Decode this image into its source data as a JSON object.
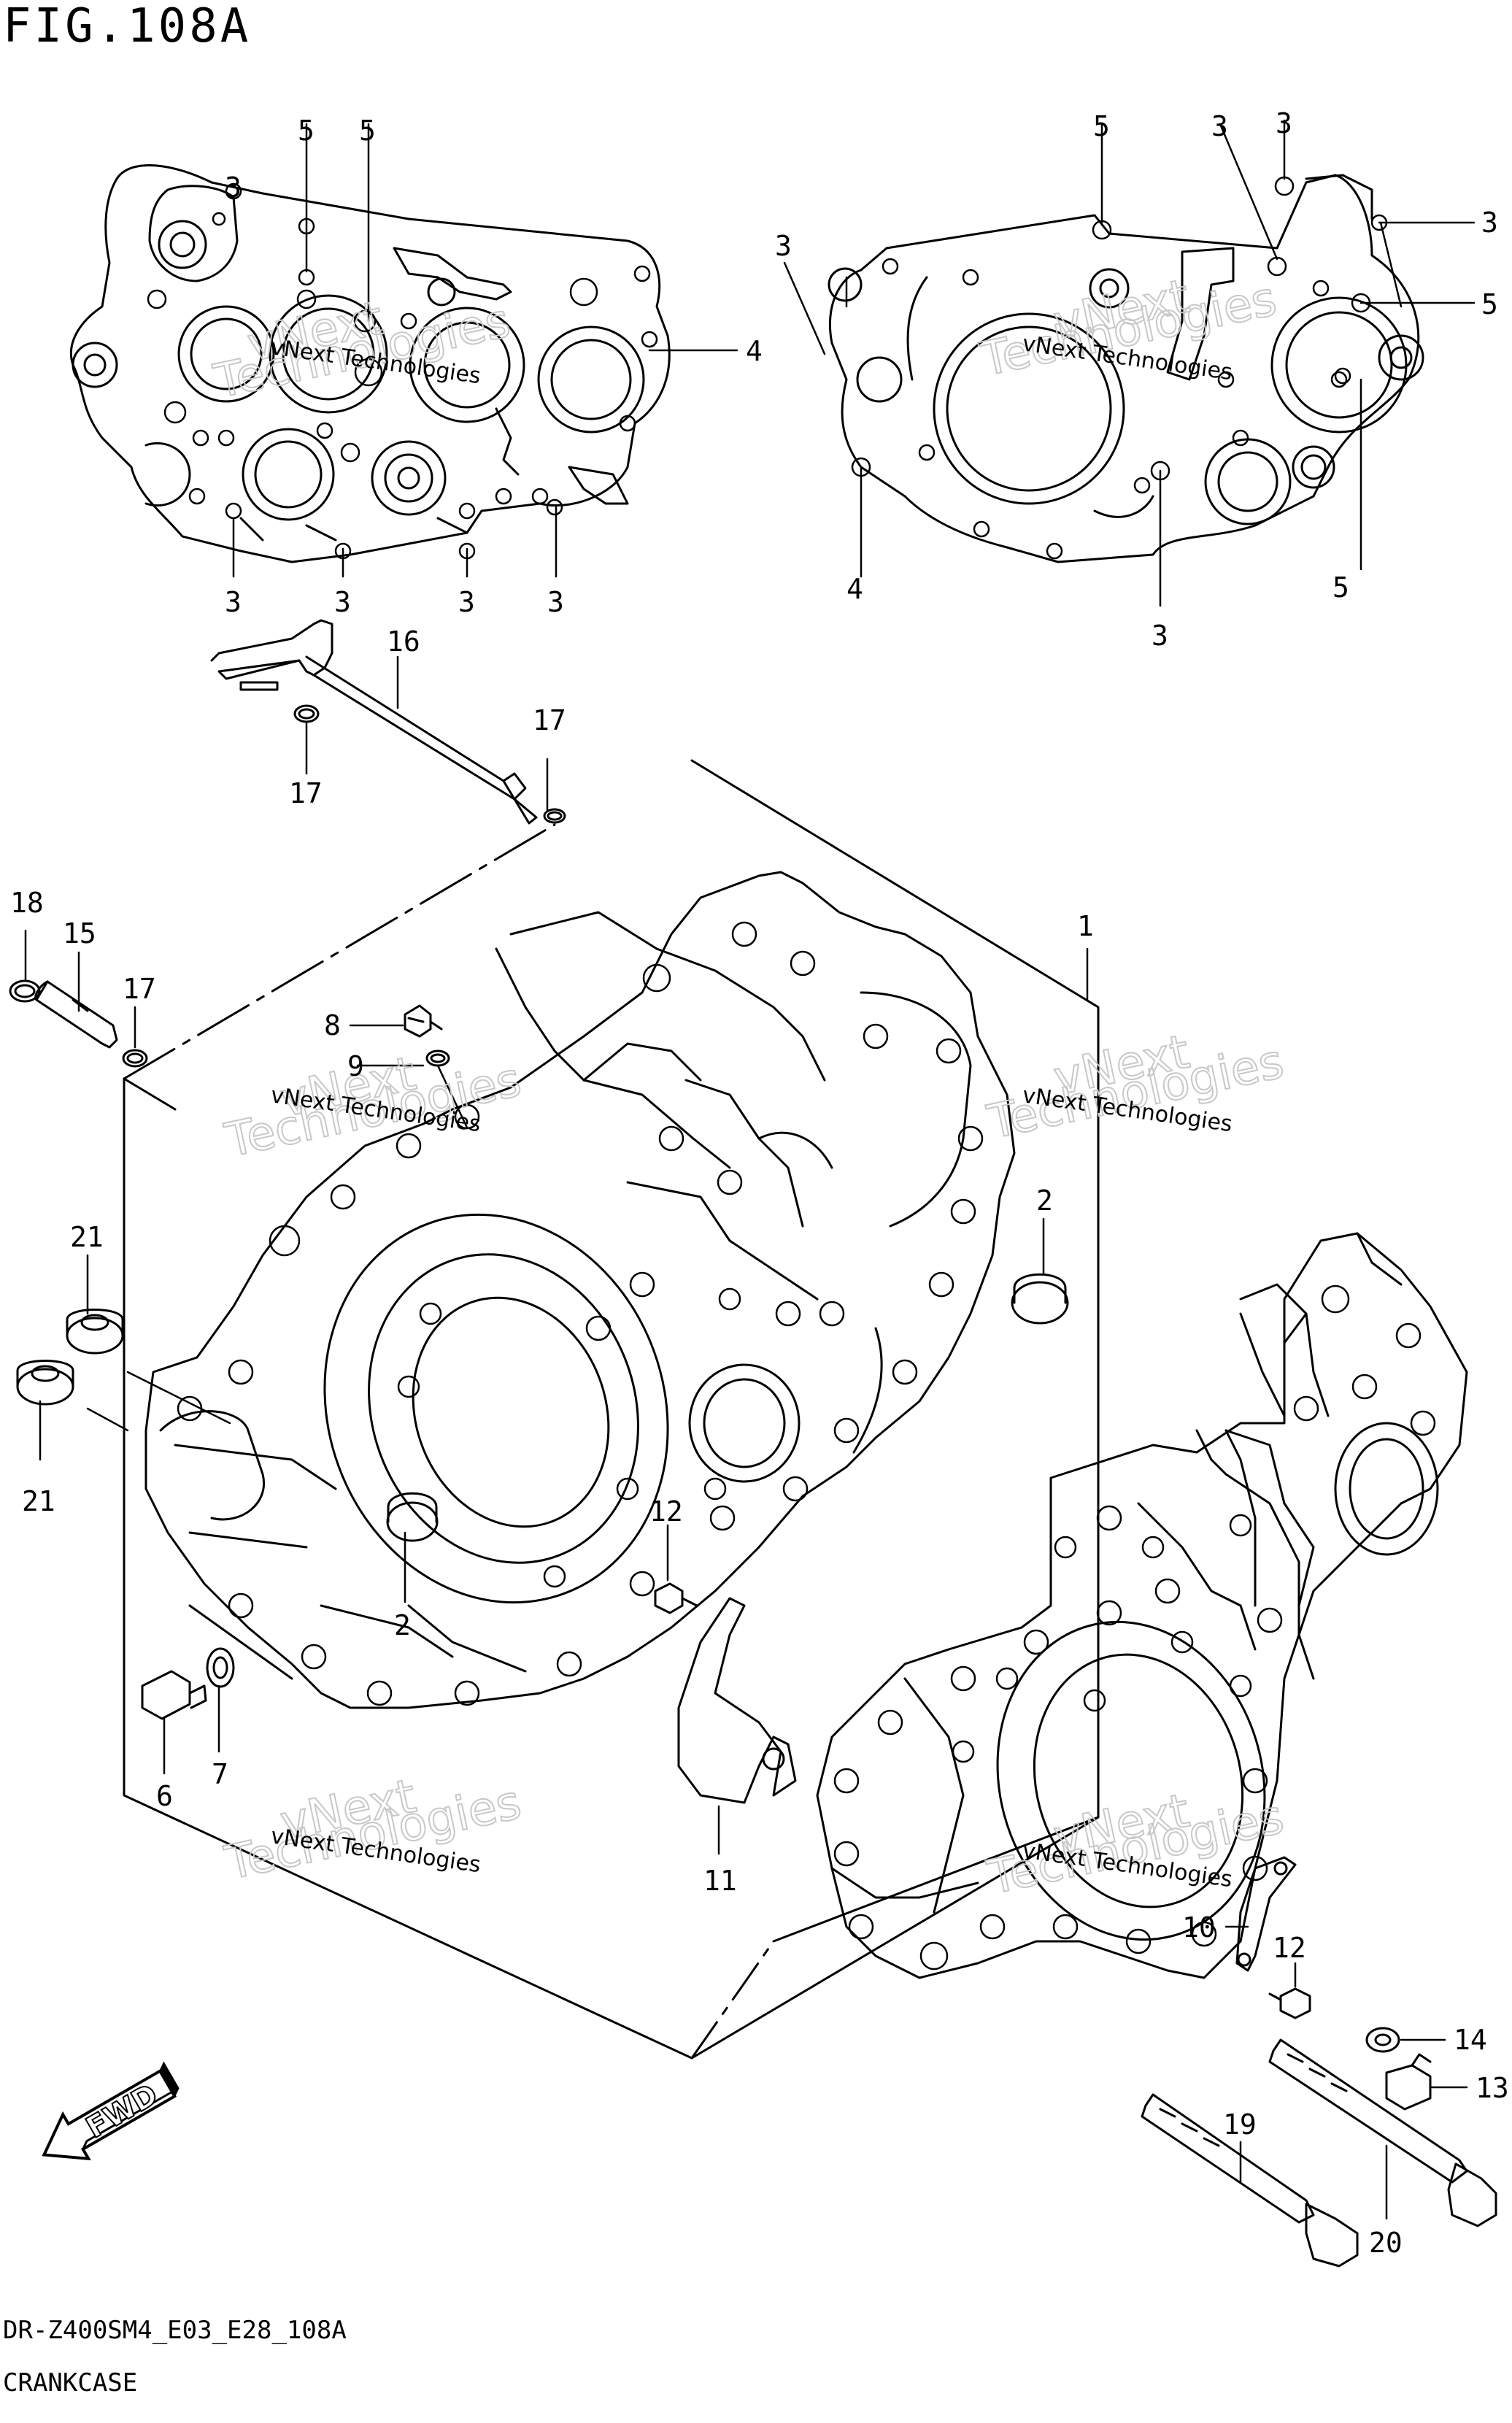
{
  "figure": {
    "title": "FIG.108A",
    "model_code": "DR-Z400SM4_E03_E28_108A",
    "name": "CRANKCASE"
  },
  "watermark": {
    "line1": "vNext Technologies",
    "line2": "vNext",
    "line3": "Technologies"
  },
  "fwd_label": "FWD",
  "callouts": {
    "top_left": [
      "5",
      "5",
      "4",
      "3",
      "3",
      "3",
      "3",
      "3"
    ],
    "top_right": [
      "5",
      "3",
      "3",
      "3",
      "3",
      "5",
      "4",
      "3",
      "5"
    ],
    "main": [
      "16",
      "17",
      "17",
      "18",
      "15",
      "17",
      "8",
      "9",
      "1",
      "2",
      "21",
      "21",
      "12",
      "2",
      "6",
      "7",
      "11",
      "10",
      "12",
      "14",
      "13",
      "19",
      "20"
    ]
  }
}
